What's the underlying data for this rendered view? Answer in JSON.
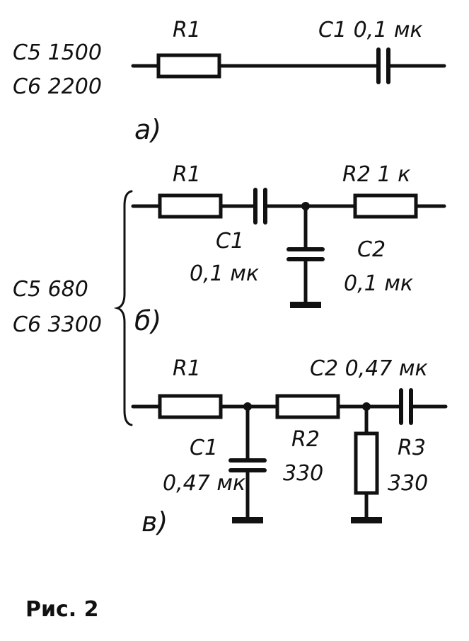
{
  "figure_label": "Рис. 2",
  "circuit_a": {
    "label": "а)",
    "values_line1": "С5 1500",
    "values_line2": "С6 2200",
    "r1": "R1",
    "c1": "С1 0,1 мк"
  },
  "circuit_b": {
    "label": "б)",
    "r1": "R1",
    "c1_name": "С1",
    "c1_value": "0,1 мк",
    "r2": "R2 1 к",
    "c2_name": "С2",
    "c2_value": "0,1 мк"
  },
  "circuit_v": {
    "label": "в)",
    "r1": "R1",
    "c1_name": "С1",
    "c1_value": "0,47 мк",
    "r2_name": "R2",
    "r2_value": "330",
    "c2": "С2 0,47 мк",
    "r3_name": "R3",
    "r3_value": "330"
  },
  "shared_values": {
    "line1": "С5  680",
    "line2": "С6 3300"
  }
}
